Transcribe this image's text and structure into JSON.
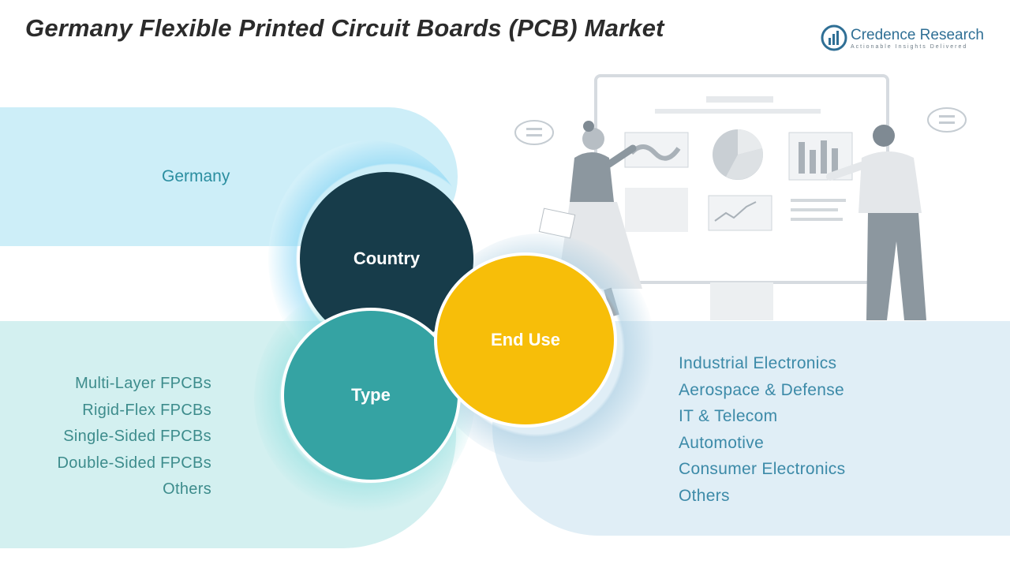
{
  "header": {
    "title": "Germany Flexible Printed Circuit Boards (PCB) Market"
  },
  "logo": {
    "name": "Credence Research",
    "tagline": "Actionable Insights Delivered"
  },
  "segments": {
    "country": {
      "label": "Country",
      "items": [
        "Germany"
      ]
    },
    "type": {
      "label": "Type",
      "items": [
        "Multi-Layer FPCBs",
        "Rigid-Flex FPCBs",
        "Single-Sided FPCBs",
        "Double-Sided FPCBs",
        "Others"
      ]
    },
    "end_use": {
      "label": "End Use",
      "items": [
        "Industrial Electronics",
        "Aerospace & Defense",
        "IT & Telecom",
        "Automotive",
        "Consumer Electronics",
        "Others"
      ]
    }
  },
  "colors": {
    "country_circle": "#173c4a",
    "type_circle": "#35a3a3",
    "end_use_circle": "#f7be09",
    "country_band": "#cdeef8",
    "type_band": "#d3f0f0",
    "end_use_band": "#e0eef6"
  },
  "icons": [
    "logo-mark-icon",
    "presentation-illustration",
    "speech-bubble-icon",
    "pie-chart-icon",
    "bar-chart-icon",
    "line-chart-icon"
  ]
}
